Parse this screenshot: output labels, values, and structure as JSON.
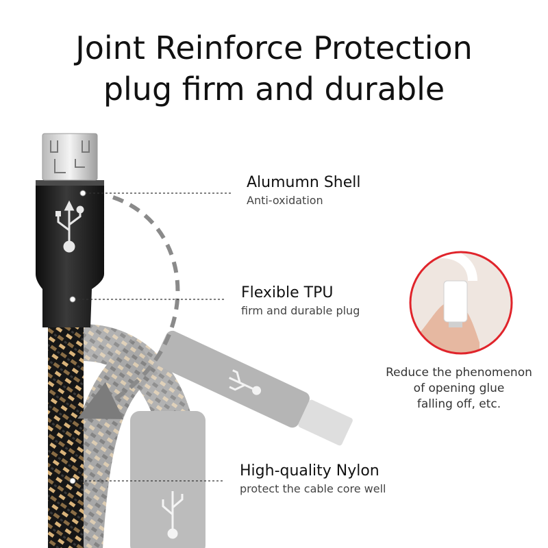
{
  "title": {
    "line1": "Joint Reinforce Protection",
    "line2": "plug firm and durable"
  },
  "features": [
    {
      "name": "Alumumn Shell",
      "desc": "Anti-oxidation"
    },
    {
      "name": "Flexible TPU",
      "desc": "firm and durable plug"
    },
    {
      "name": "High-quality Nylon",
      "desc": "protect the cable core well"
    }
  ],
  "note": {
    "lines": [
      "Reduce the phenomenon",
      "of opening glue",
      "falling off, etc."
    ]
  },
  "colors": {
    "accent_circle": "#e0242b",
    "shell_dark": "#1f1f1f",
    "braid_gold": "#d9b37a",
    "ghost_gray": "#a8a8a8",
    "dash_gray": "#888888"
  },
  "icons": [
    "usb-icon",
    "micro-usb-connector"
  ]
}
